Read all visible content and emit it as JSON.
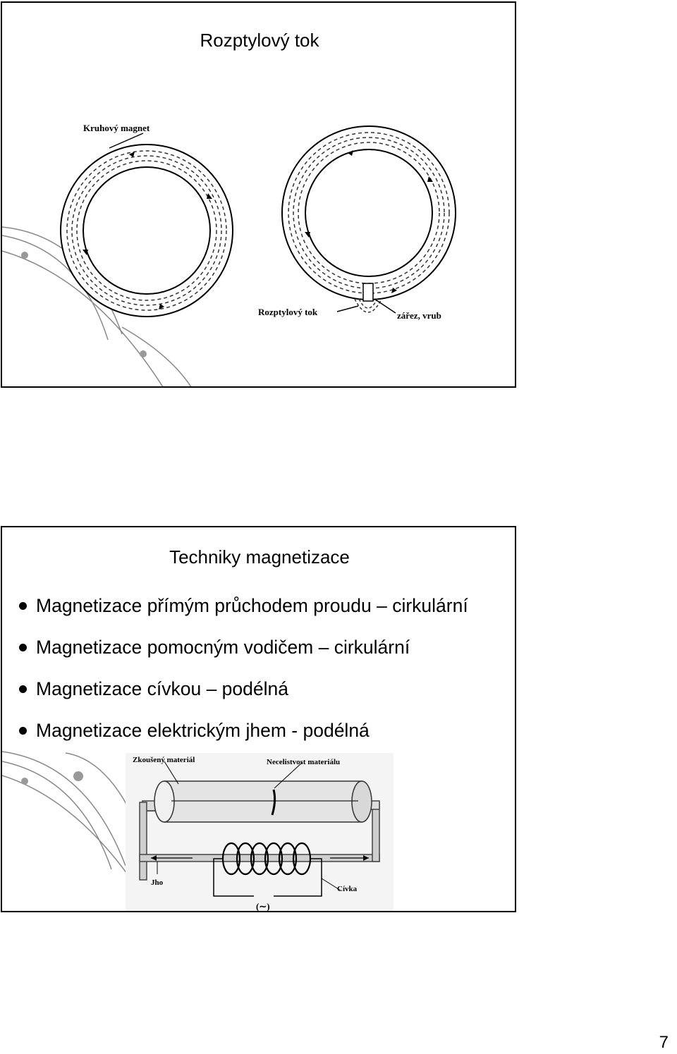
{
  "slide1": {
    "title": "Rozptylový tok",
    "figure": {
      "label_ring_magnet": "Kruhový magnet",
      "label_leakage_flux": "Rozptylový tok",
      "label_notch": "zářez, vrub"
    }
  },
  "slide2": {
    "title": "Techniky magnetizace",
    "bullets": [
      "Magnetizace přímým průchodem proudu – cirkulární",
      "Magnetizace pomocným vodičem – cirkulární",
      "Magnetizace cívkou – podélná",
      "Magnetizace elektrickým jhem - podélná"
    ],
    "figure": {
      "label_tested_material": "Zkoušený materiál",
      "label_discontinuity": "Necelistvost materiálu",
      "label_yoke": "Jho",
      "label_coil": "Cívka",
      "label_source": "(∼)"
    }
  },
  "page_number": "7"
}
